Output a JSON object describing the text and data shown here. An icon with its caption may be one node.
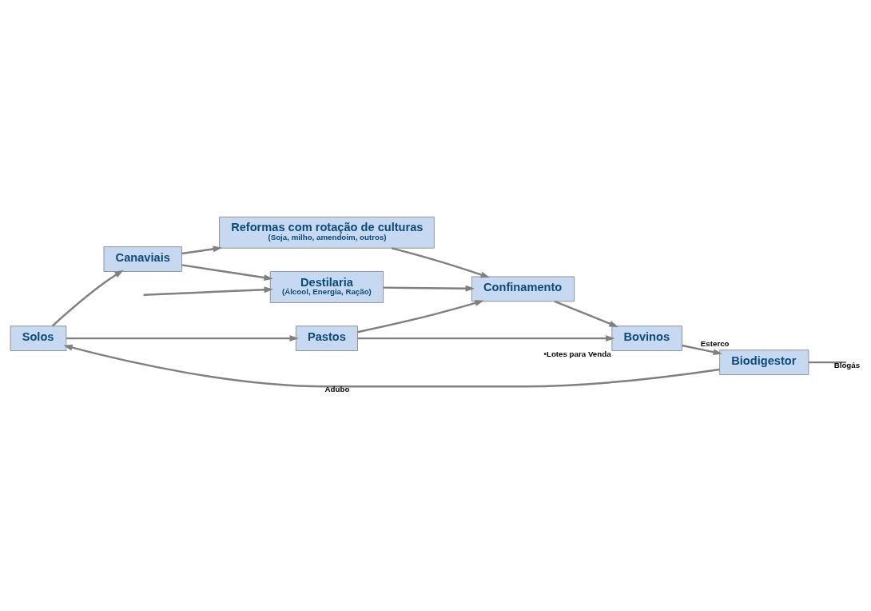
{
  "diagram": {
    "nodes": [
      {
        "text": [
          "Solos"
        ]
      },
      {
        "text": [
          "Canaviais"
        ]
      },
      {
        "text": [
          "Pastos"
        ]
      },
      {
        "text": [
          "Reformas com rotação de culturas",
          "(Soja, milho, amendoim, outros)"
        ]
      },
      {
        "text": [
          "Destilaria",
          "(Álcool, Energia, Ração)"
        ]
      },
      {
        "text": [
          "Confinamento"
        ]
      },
      {
        "text": [
          "Bovinos"
        ],
        "beside": [
          "•Lotes para Venda"
        ]
      },
      {
        "text": [
          "Biodigestor"
        ]
      }
    ],
    "edges": [
      {
        "from": 0,
        "to": 1,
        "arrow": "to"
      },
      {
        "from": 0,
        "to": 2,
        "arrow": "to"
      },
      {
        "from": 1,
        "to": 3,
        "arrow": "to"
      },
      {
        "from": 1,
        "to": 4,
        "arrow": "to"
      },
      {
        "from": 3,
        "to": 5,
        "arrow": "to"
      },
      {
        "from": null,
        "to": 4,
        "arrow": "to"
      },
      {
        "from": 4,
        "to": 5,
        "arrow": "to"
      },
      {
        "from": 2,
        "to": 5,
        "arrow": "to"
      },
      {
        "from": 2,
        "to": 6,
        "arrow": "to"
      },
      {
        "from": 5,
        "to": 6,
        "arrow": "to"
      },
      {
        "from": 6,
        "to": 7,
        "label": "Esterco",
        "arrow": "to"
      },
      {
        "from": 7,
        "to": null,
        "label": "Blogás",
        "arrow": "none"
      },
      {
        "from": 7,
        "to": 0,
        "label": "Adubo",
        "arrow": "to"
      }
    ]
  }
}
